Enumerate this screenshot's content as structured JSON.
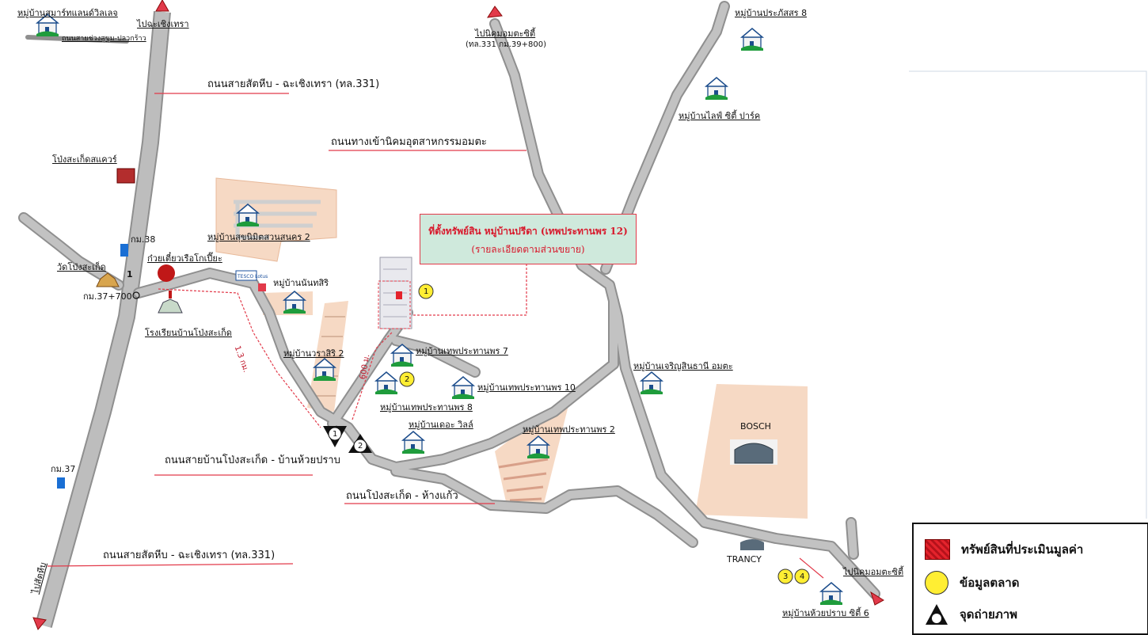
{
  "note": {
    "line1": "ที่ตั้งทรัพย์สิน หมู่บ้านปรีดา (เทพประทานพร 12)",
    "line2": "(รายละเอียดตามส่วนขยาย)"
  },
  "roads": {
    "r331_top": "ถนนสายสัตหีบ - ฉะเชิงเทรา (ทล.331)",
    "r331_bottom": "ถนนสายสัตหีบ - ฉะเชิงเทรา (ทล.331)",
    "amata": "ถนนทางเข้านิคมอุตสาหกรรมอมตะ",
    "pong_huai": "ถนนสายบ้านโป่งสะเก็ด - บ้านห้วยปราบ",
    "pong_hang": "ถนนโป่งสะเก็ด - ห้างแก้ว"
  },
  "directions": {
    "to_chachoengsao": "ไปฉะเชิงเทรา",
    "to_amata": "ไปนิคมอมตะซิตี้",
    "to_amata_km": "(ทล.331 กม.39+800)",
    "to_sattahip": "ไปสัตหีบ",
    "to_amata_se": "ไปนิคมอมตะซิตี้"
  },
  "places": {
    "smart_land": "หมู่บ้านสมาร์ทแลนด์วิลเลจ",
    "small_road": "ถนนสายช่วงสุขุม-ปลวกร้าว",
    "pongsaket_square": "โป่งสะเก็ดสแควร์",
    "km38": "กม.38",
    "noodle": "ก๋วยเตี๋ยวเรือโกเปี๊ยะ",
    "wat": "วัดโป่งสะเก็ด",
    "km37700": "กม.37+700",
    "num1": "1",
    "school": "โรงเรียนบ้านโป่งสะเก็ด",
    "km37": "กม.37",
    "sukhonthip": "หมู่บ้านสุขนิมิตสวนสนคร 2",
    "tesco": "TESCO Lotus",
    "nanthasiri": "หมู่บ้านนันทสิริ",
    "warasiri": "หมู่บ้านวราสิริ 2",
    "thepprathan7": "หมู่บ้านเทพประทานพร 7",
    "thepprathan8": "หมู่บ้านเทพประทานพร 8",
    "thepprathan10": "หมู่บ้านเทพประทานพร 10",
    "the_villa": "หมู่บ้านเดอะ วิลล์",
    "thepprathan2": "หมู่บ้านเทพประทานพร 2",
    "charoensin": "หมู่บ้านเจริญสินธานี อมตะ",
    "prapassorn": "หมู่บ้านประภัสสร 8",
    "life_city": "หมู่บ้านไลฟ์ ซิตี้ ปาร์ค",
    "bosch": "BOSCH",
    "trancy": "TRANCY",
    "huaiprab": "หมู่บ้านห้วยปราบ ซิตี้ 6",
    "dist_13": "1.3 กม.",
    "dist_600": "600 ม."
  },
  "markers": {
    "m1": "1",
    "m2": "2",
    "m3": "3",
    "m4": "4",
    "p1": "1",
    "p2": "2"
  },
  "legend": {
    "subject": "ทรัพย์สินที่ประเมินมูลค่า",
    "market": "ข้อมูลตลาด",
    "photo": "จุดถ่ายภาพ"
  },
  "colors": {
    "road": "#b9b9b9",
    "road_edge": "#8f8f8f",
    "project": "#f6d9c4",
    "pointer": "#e23a4a",
    "note_bg": "#cfe9dc",
    "market": "#ffee33",
    "subject": "#e4232c"
  },
  "icons": [
    "house-icon",
    "factory-icon",
    "temple-icon",
    "school-icon",
    "bus-stop-icon",
    "restaurant-icon",
    "direction-arrow-icon",
    "camera-point-icon"
  ]
}
